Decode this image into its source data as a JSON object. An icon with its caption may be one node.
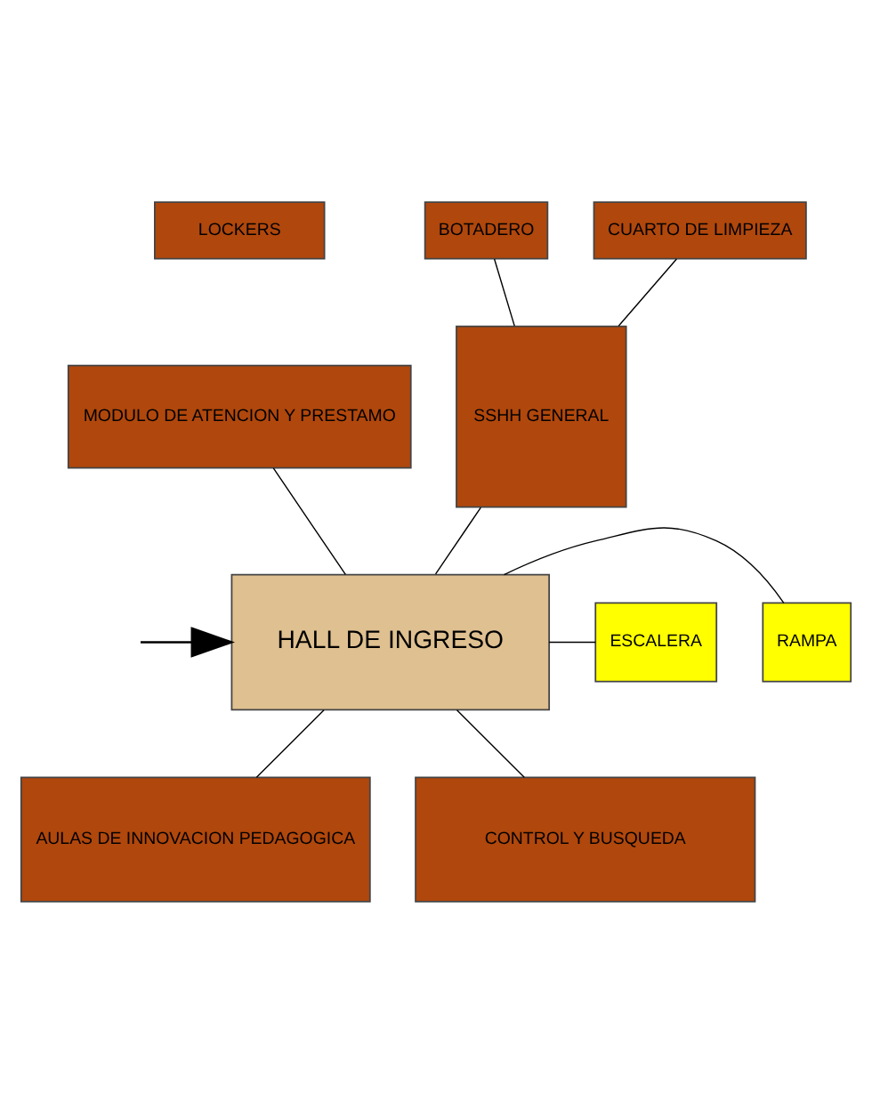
{
  "diagram": {
    "nodes": [
      {
        "text": [
          "BOTADERO"
        ]
      },
      {
        "text": [
          "CUARTO DE LIMPIEZA"
        ]
      },
      {
        "text": [
          "LOCKERS"
        ]
      },
      {
        "text": [
          "MODULO DE ATENCION Y PRESTAMO"
        ]
      },
      {
        "text": [
          "SSHH GENERAL"
        ]
      },
      {
        "text": [
          "HALL DE INGRESO"
        ]
      },
      {
        "text": [
          "RAMPA"
        ]
      },
      {
        "text": [
          "ESCALERA"
        ]
      },
      {
        "text": [
          "AULAS DE INNOVACION PEDAGOGICA"
        ]
      },
      {
        "text": [
          "CONTROL Y BUSQUEDA"
        ]
      }
    ],
    "edges": [
      {
        "from": 0,
        "to": 4,
        "arrow": "none"
      },
      {
        "from": 1,
        "to": 4,
        "arrow": "none"
      },
      {
        "from": 3,
        "to": 5,
        "arrow": "none"
      },
      {
        "from": 4,
        "to": 5,
        "arrow": "none"
      },
      {
        "from": 5,
        "to": 6,
        "arrow": "none"
      },
      {
        "from": 5,
        "to": 7,
        "arrow": "none"
      },
      {
        "from": 5,
        "to": 8,
        "arrow": "none"
      },
      {
        "from": 5,
        "to": 9,
        "arrow": "none"
      },
      {
        "from": null,
        "to": 5,
        "arrow": "to"
      }
    ]
  }
}
